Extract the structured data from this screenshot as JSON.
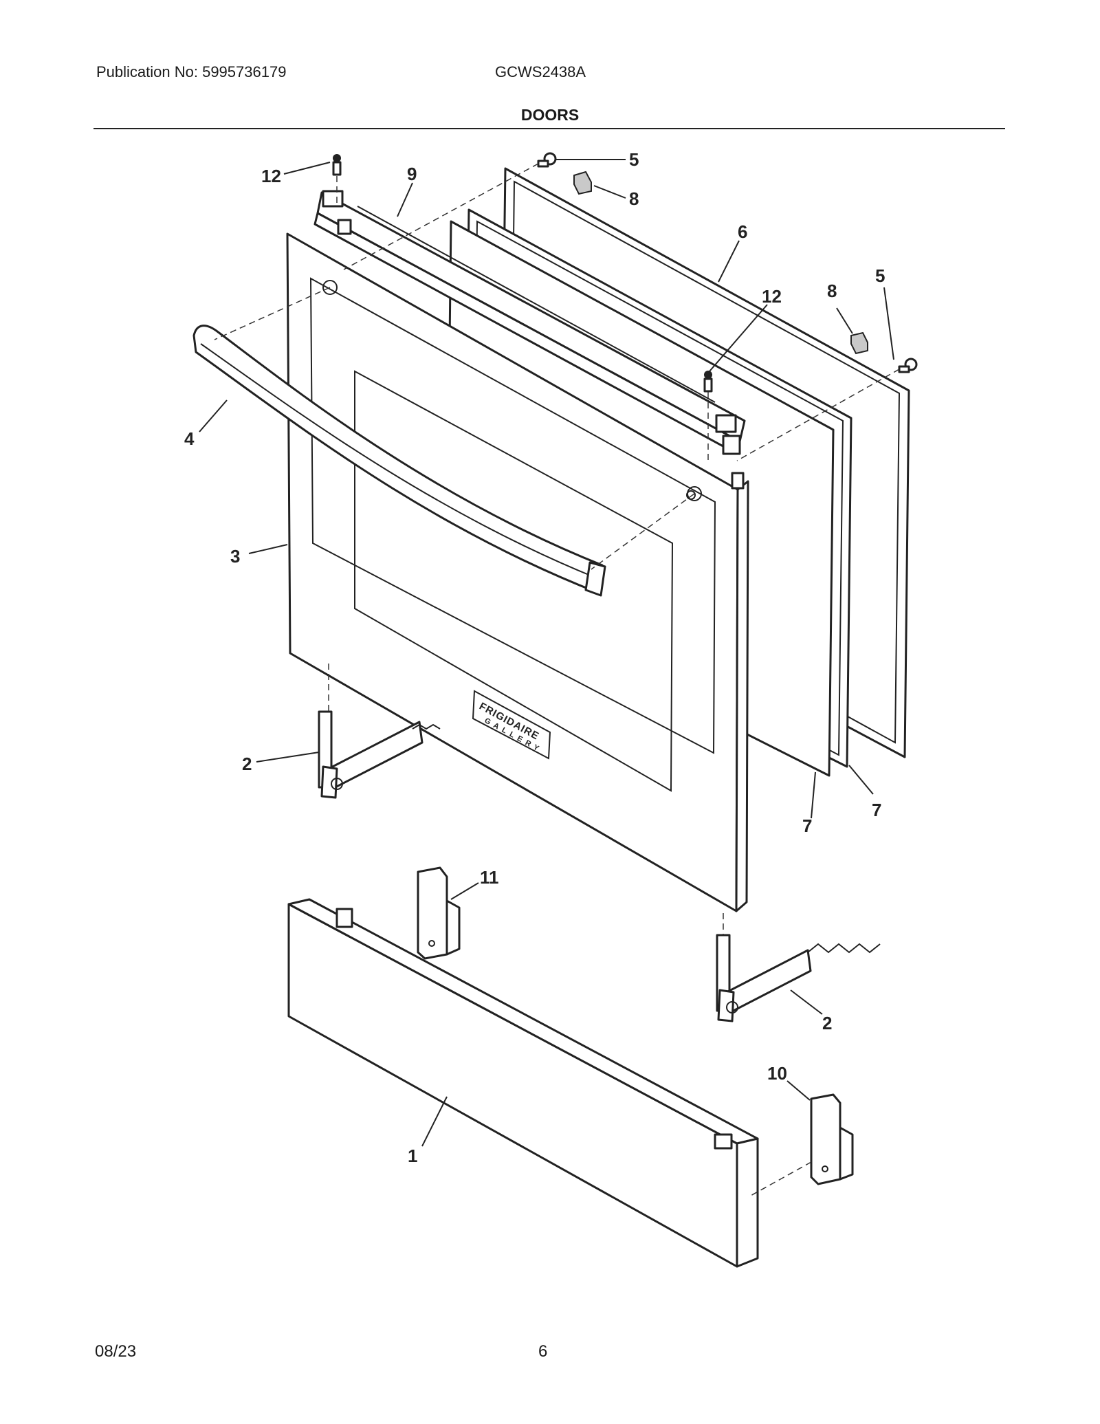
{
  "header": {
    "publication": "Publication No: 5995736179",
    "model": "GCWS2438A",
    "section_title": "DOORS"
  },
  "footer": {
    "date": "08/23",
    "page": "6"
  },
  "callouts": {
    "c12a": "12",
    "c9": "9",
    "c5a": "5",
    "c8a": "8",
    "c6": "6",
    "c12b": "12",
    "c8b": "8",
    "c5b": "5",
    "c4": "4",
    "c3": "3",
    "c2a": "2",
    "c7a": "7",
    "c7b": "7",
    "c11": "11",
    "c2b": "2",
    "c10": "10",
    "c1": "1"
  },
  "brand": {
    "logo_line1": "FRIGIDAIRE",
    "logo_line2": "GALLERY"
  }
}
